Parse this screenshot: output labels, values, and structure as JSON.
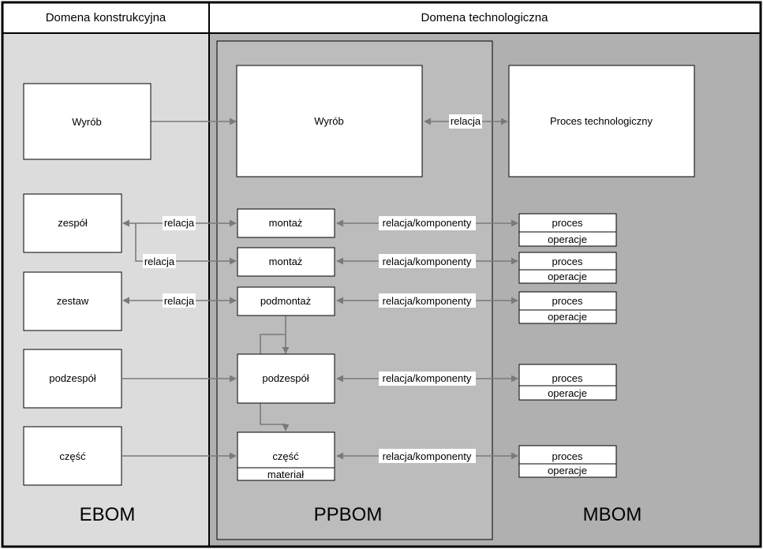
{
  "domains": {
    "constructive": "Domena konstrukcyjna",
    "technological": "Domena technologiczna"
  },
  "zones": {
    "ebom": "EBOM",
    "ppbom": "PPBOM",
    "mbom": "MBOM"
  },
  "ebom_items": {
    "product": "Wyrób",
    "assembly": "zespół",
    "set": "zestaw",
    "subassembly": "podzespół",
    "part": "część"
  },
  "ppbom_items": {
    "product": "Wyrób",
    "mounting_1": "montaż",
    "mounting_2": "montaż",
    "submounting": "podmontaż",
    "subassembly": "podzespół",
    "part": "część",
    "material": "materiał"
  },
  "mbom_items": {
    "process": "Proces technologiczny",
    "proc_label": "proces",
    "ops_label": "operacje"
  },
  "relations": {
    "simple": "relacja",
    "components": "relacja/komponenty"
  },
  "colors": {
    "ebom_zone": "#dcdcdc",
    "ppbom_zone": "#bcbcbc",
    "mbom_zone": "#b0b0b0",
    "arrow": "#7a7a7a",
    "border": "#000000"
  }
}
